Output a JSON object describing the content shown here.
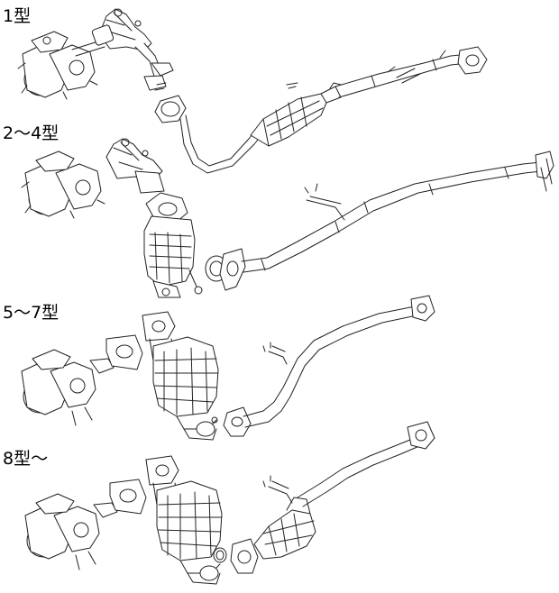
{
  "variants": [
    {
      "label": "1型"
    },
    {
      "label": "2〜4型"
    },
    {
      "label": "5〜7型"
    },
    {
      "label": "8型〜"
    }
  ],
  "colors": {
    "line": "#222222",
    "fill": "#ffffff",
    "text": "#000000"
  }
}
